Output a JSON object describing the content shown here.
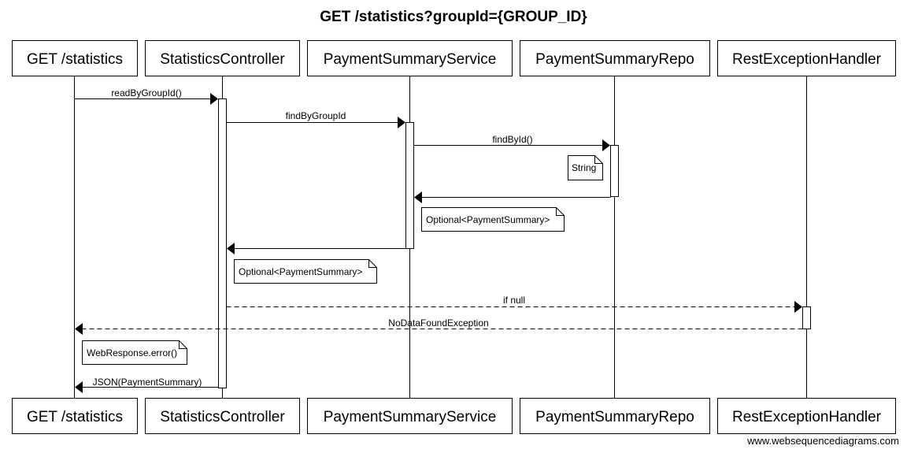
{
  "title": "GET /statistics?groupId={GROUP_ID}",
  "participants": [
    "GET /statistics",
    "StatisticsController",
    "PaymentSummaryService",
    "PaymentSummaryRepo",
    "RestExceptionHandler"
  ],
  "messages": [
    "readByGroupId()",
    "findByGroupId",
    "findById()",
    "",
    "",
    "if null",
    "NoDataFoundException",
    "JSON(PaymentSummary)"
  ],
  "notes": [
    "String",
    "Optional<PaymentSummary>",
    "Optional<PaymentSummary>",
    "WebResponse.error()"
  ],
  "watermark": "www.websequencediagrams.com"
}
